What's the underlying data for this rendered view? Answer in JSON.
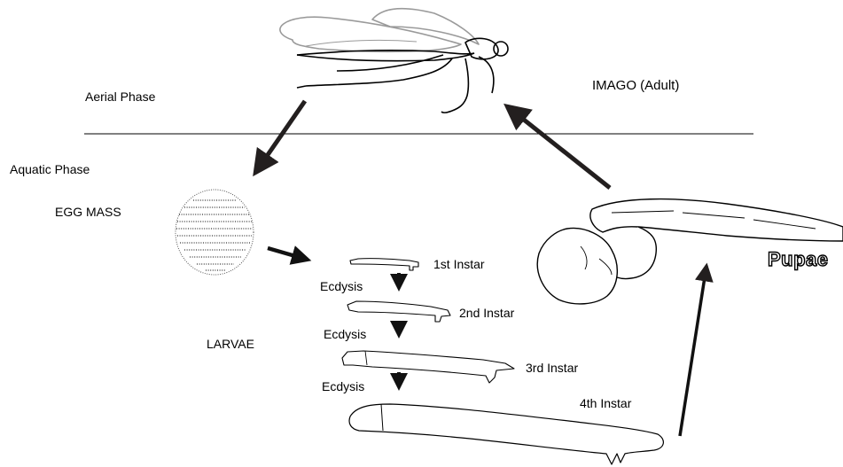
{
  "labels": {
    "aerial_phase": "Aerial Phase",
    "aquatic_phase": "Aquatic Phase",
    "imago": "IMAGO (Adult)",
    "egg_mass": "EGG MASS",
    "larvae": "LARVAE",
    "pupae": "Pupae",
    "instar_1": "1st Instar",
    "instar_2": "2nd Instar",
    "instar_3": "3rd Instar",
    "instar_4": "4th Instar",
    "ecdysis_1": "Ecdysis",
    "ecdysis_2": "Ecdysis",
    "ecdysis_3": "Ecdysis"
  },
  "colors": {
    "ink": "#000000",
    "arrow": "#231f1f",
    "wing": "#9a9a9a",
    "background": "#ffffff"
  }
}
